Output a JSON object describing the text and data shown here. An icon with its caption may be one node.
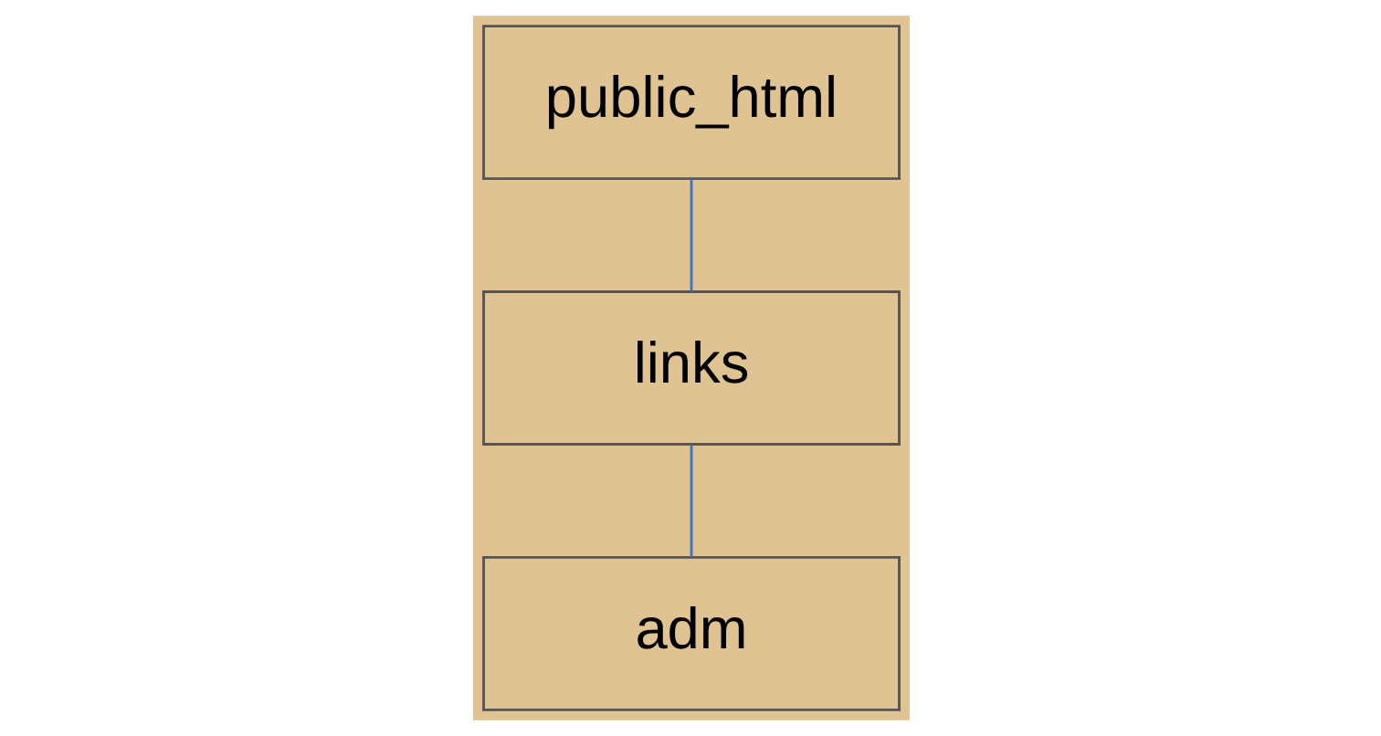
{
  "diagram": {
    "nodes": [
      {
        "text": [
          "public_html"
        ]
      },
      {
        "text": [
          "links"
        ]
      },
      {
        "text": [
          "adm"
        ]
      }
    ],
    "edges": [
      {
        "from": 0,
        "to": 1,
        "arrow": "none"
      },
      {
        "from": 1,
        "to": 2,
        "arrow": "none"
      }
    ]
  }
}
